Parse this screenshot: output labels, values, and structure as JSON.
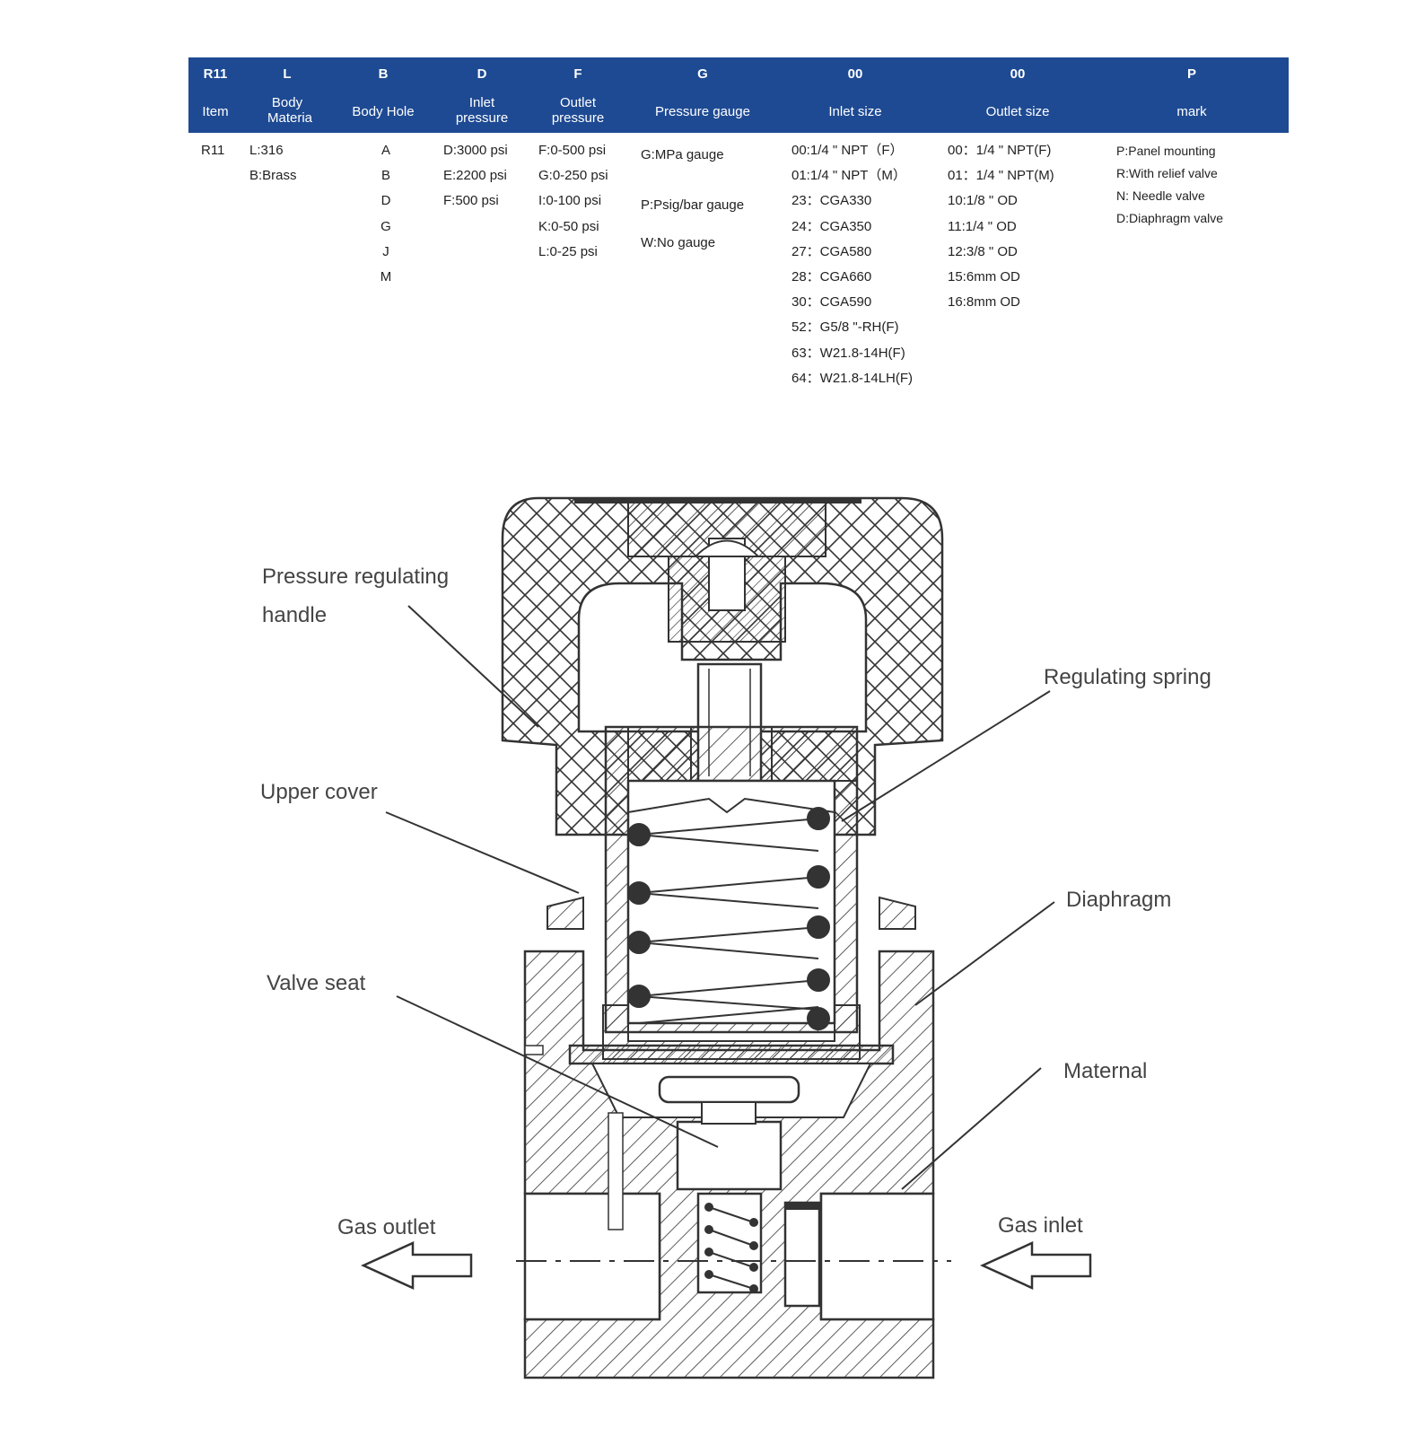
{
  "table": {
    "header_bg": "#1e4a93",
    "columns": [
      {
        "code": "R11",
        "title": "Item"
      },
      {
        "code": "L",
        "title": "Body Materia"
      },
      {
        "code": "B",
        "title": "Body Hole"
      },
      {
        "code": "D",
        "title": "Inlet pressure"
      },
      {
        "code": "F",
        "title": "Outlet pressure"
      },
      {
        "code": "G",
        "title": "Pressure gauge"
      },
      {
        "code": "00",
        "title": "Inlet size"
      },
      {
        "code": "00",
        "title": "Outlet size"
      },
      {
        "code": "P",
        "title": "mark"
      }
    ],
    "item": [
      "R11"
    ],
    "body_material": [
      "L:316",
      "B:Brass"
    ],
    "body_hole": [
      "A",
      "B",
      "D",
      "G",
      "J",
      "M"
    ],
    "inlet_pressure": [
      "D:3000 psi",
      "E:2200 psi",
      "F:500 psi"
    ],
    "outlet_pressure": [
      "F:0-500 psi",
      "G:0-250 psi",
      "I:0-100 psi",
      "K:0-50 psi",
      "L:0-25 psi"
    ],
    "pressure_gauge": [
      "G:MPa gauge",
      "P:Psig/bar gauge",
      "W:No gauge"
    ],
    "inlet_size": [
      "00:1/4 \" NPT（F）",
      "01:1/4 \" NPT（M）",
      "23：CGA330",
      "24：CGA350",
      "27：CGA580",
      "28：CGA660",
      "30：CGA590",
      "52：G5/8 \"-RH(F)",
      "63：W21.8-14H(F)",
      "64：W21.8-14LH(F)"
    ],
    "outlet_size": [
      "00：1/4 \" NPT(F)",
      "01：1/4 \" NPT(M)",
      "10:1/8 \" OD",
      "11:1/4 \" OD",
      "12:3/8 \" OD",
      "15:6mm OD",
      "16:8mm OD"
    ],
    "mark": [
      "P:Panel mounting",
      "R:With relief valve",
      "N: Needle valve",
      "D:Diaphragm valve"
    ]
  },
  "diagram": {
    "labels": {
      "handle_line1": "Pressure regulating",
      "handle_line2": "handle",
      "spring": "Regulating spring",
      "upper_cover": "Upper cover",
      "diaphragm": "Diaphragm",
      "valve_seat": "Valve seat",
      "material": "Maternal",
      "gas_outlet": "Gas outlet",
      "gas_inlet": "Gas inlet"
    }
  }
}
